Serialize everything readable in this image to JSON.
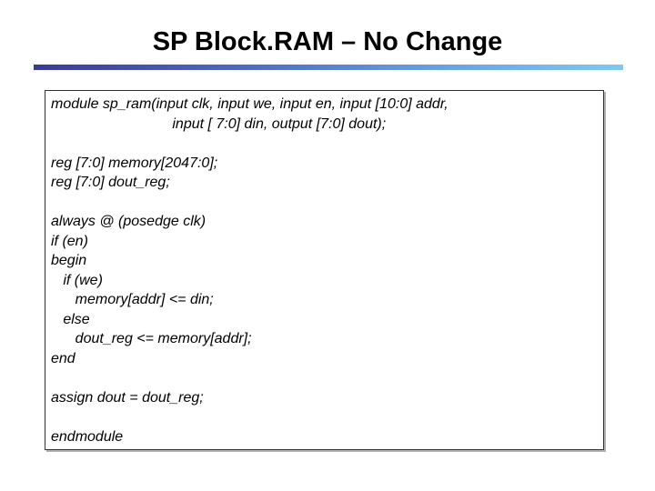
{
  "slide": {
    "title": "SP Block.RAM – No Change"
  },
  "code": {
    "lines": [
      "module sp_ram(input clk, input we, input en, input [10:0] addr,",
      "                              input [ 7:0] din, output [7:0] dout);",
      "",
      "reg [7:0] memory[2047:0];",
      "reg [7:0] dout_reg;",
      "",
      "always @ (posedge clk)",
      "if (en)",
      "begin",
      "   if (we)",
      "      memory[addr] <= din;",
      "   else",
      "      dout_reg <= memory[addr];",
      "end",
      "",
      "assign dout = dout_reg;",
      "",
      "endmodule"
    ]
  }
}
